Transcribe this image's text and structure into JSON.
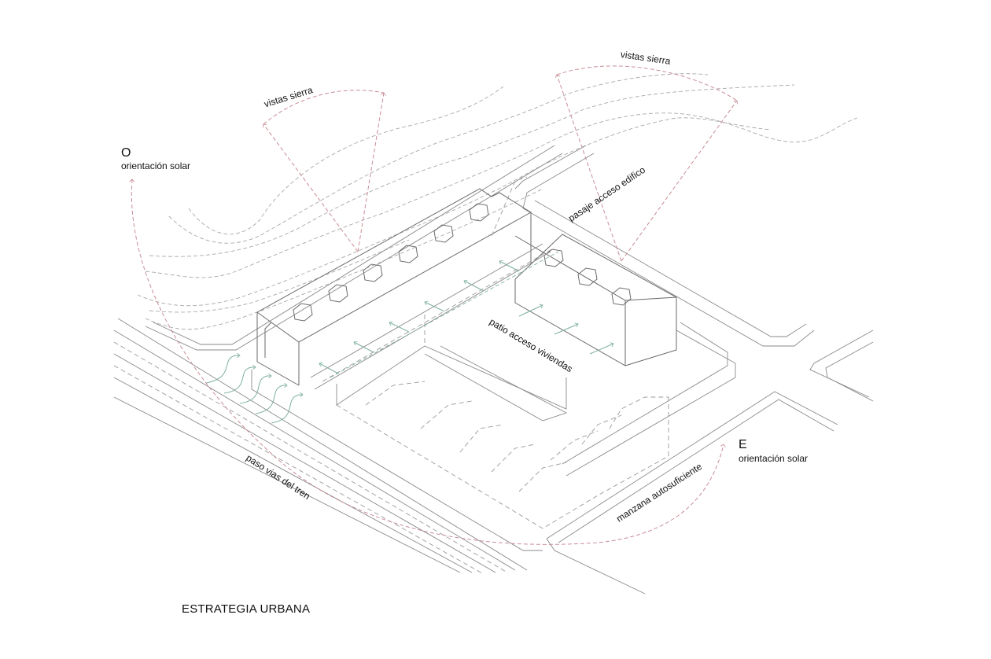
{
  "figure": {
    "title": "ESTRATEGIA URBANA",
    "colors": {
      "linework": "#8a8a8a",
      "sight_lines": "#c98d96",
      "ventilation": "#7fb0a4",
      "text": "#111111"
    }
  },
  "orientation": {
    "west": {
      "letter": "O",
      "caption": "orientación solar"
    },
    "east": {
      "letter": "E",
      "caption": "orientación solar"
    }
  },
  "annotations": {
    "views_left": "vistas sierra",
    "views_right": "vistas sierra",
    "building_passage": "pasaje acceso edifico",
    "housing_courtyard": "patio acceso viviendas",
    "train_tracks": "paso vias del tren",
    "block": "manzana autosuficiente"
  },
  "icons": {
    "sight_arrow": "dashed-arrow-icon",
    "ventilation_arrow": "curved-arrow-icon",
    "skylight": "hexagon-icon"
  }
}
